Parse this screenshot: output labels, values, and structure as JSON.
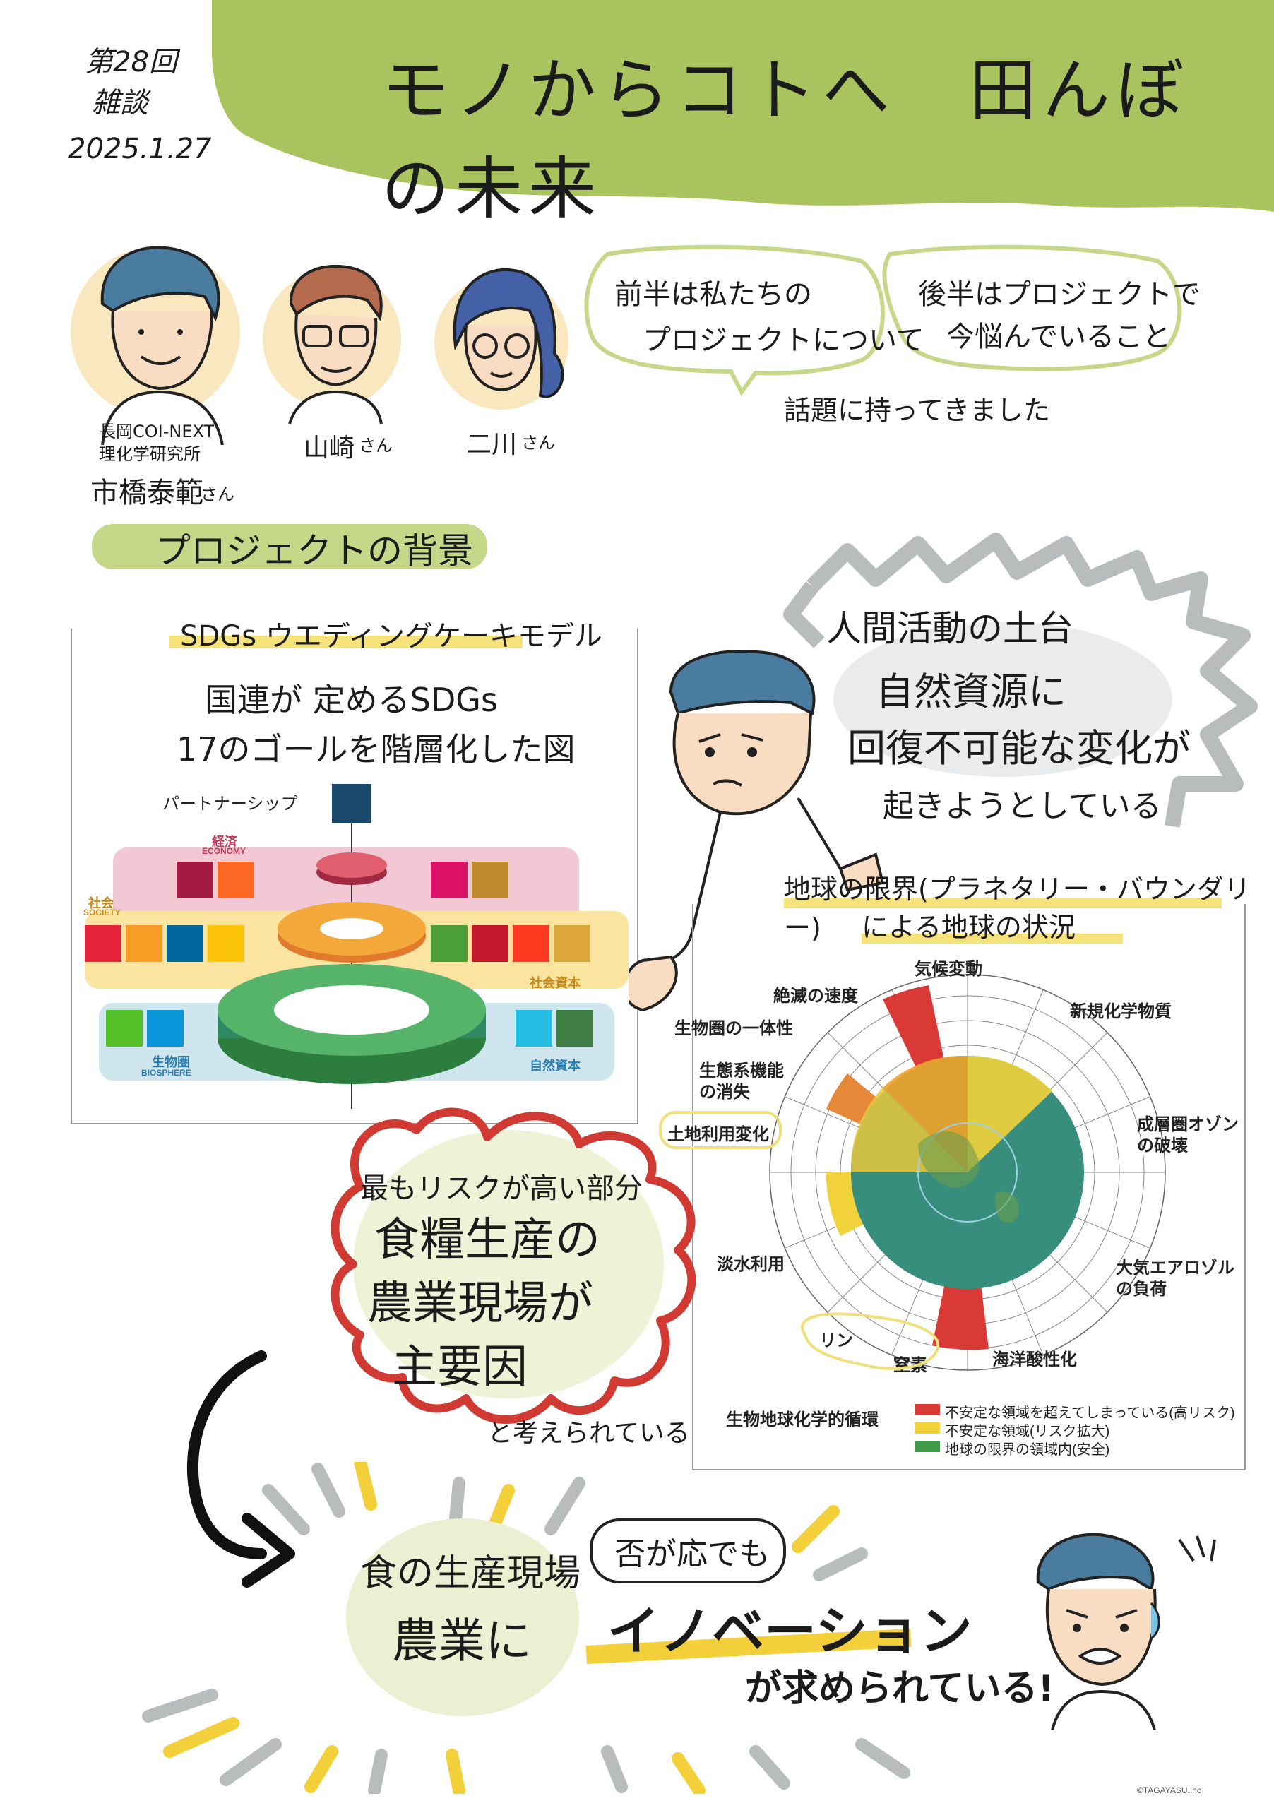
{
  "header": {
    "title": "モノからコトへ　田んぼの未来",
    "session_line1": "第28回",
    "session_line2": "雑談",
    "date": "2025.1.27"
  },
  "people": [
    {
      "org": "長岡COI-NEXT",
      "affil": "理化学研究所",
      "name": "市橋泰範",
      "suffix": "さん"
    },
    {
      "name": "山崎",
      "suffix": "さん"
    },
    {
      "name": "二川",
      "suffix": "さん"
    }
  ],
  "intro": {
    "bubble1_line1": "前半は私たちの",
    "bubble1_line2": "プロジェクトについて",
    "bubble2_line1": "後半はプロジェクトで",
    "bubble2_line2": "今悩んでいること",
    "caption": "話題に持ってきました"
  },
  "background": {
    "section_title": "プロジェクトの背景",
    "sdgs_title": "SDGs ウエディングケーキモデル",
    "sdgs_desc_line1": "国連が 定めるSDGs",
    "sdgs_desc_line2": "17のゴールを階層化した図",
    "partnership": "パートナーシップ",
    "economy_ja": "経済",
    "economy_en": "ECONOMY",
    "society_ja": "社会",
    "society_en": "SOCIETY",
    "social_capital": "社会資本",
    "biosphere_ja": "生物圏",
    "biosphere_en": "BIOSPHERE",
    "natural_capital": "自然資本"
  },
  "speech": {
    "line1": "人間活動の土台",
    "line2": "自然資源に",
    "line3": "回復不可能な変化が",
    "line4": "起きようとしている"
  },
  "planetary": {
    "title_line1": "地球の限界(プラネタリー・バウンダリー)",
    "title_line2": "による地球の状況",
    "labels": {
      "climate": "気候変動",
      "novel": "新規化学物質",
      "ozone_1": "成層圏オゾン",
      "ozone_2": "の破壊",
      "aerosol_1": "大気エアロゾル",
      "aerosol_2": "の負荷",
      "ocean": "海洋酸性化",
      "nitrogen": "窒素",
      "phosphorus": "リン",
      "freshwater": "淡水利用",
      "landuse": "土地利用変化",
      "ecofunc_1": "生態系機能",
      "ecofunc_2": "の消失",
      "biointegrity": "生物圏の一体性",
      "extinction": "絶滅の速度",
      "biogeochem": "生物地球化学的循環"
    },
    "legend": [
      {
        "label": "不安定な領域を超えてしまっている(高リスク)",
        "color": "#d93a35"
      },
      {
        "label": "不安定な領域(リスク拡大)",
        "color": "#f2d23a"
      },
      {
        "label": "地球の限界の領域内(安全)",
        "color": "#3f9a48"
      }
    ]
  },
  "risk": {
    "line1": "最もリスクが高い部分",
    "line2": "食糧生産の",
    "line3": "農業現場が",
    "line4": "主要因",
    "line5": "と考えられている"
  },
  "conclusion": {
    "line1": "食の生産現場",
    "line2": "農業に",
    "sub": "否が応でも",
    "keyword": "イノベーション",
    "end": "が求められている!"
  },
  "copyright": "©TAGAYASU.Inc",
  "colors": {
    "header_green": "#a9c35e",
    "highlight_green": "#c5d88a",
    "highlight_yellow": "#f6e27a",
    "risk_red": "#d13a33",
    "cloud_grey": "#b9bcbd",
    "hair_blue": "#4a7ca0",
    "skin": "#f8ddc2"
  }
}
